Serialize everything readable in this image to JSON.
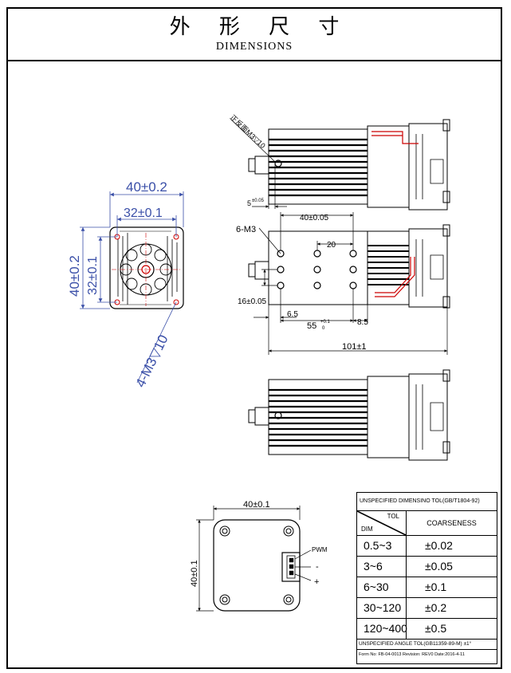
{
  "header": {
    "title_cn": "外 形 尺 寸",
    "title_en": "DIMENSIONS"
  },
  "front_view": {
    "width_outer": "40±0.2",
    "width_inner": "32±0.1",
    "height_outer": "40±0.2",
    "height_inner": "32±0.1",
    "holes": "4-M3▽10"
  },
  "side_top": {
    "note": "正反面M3▽10",
    "offset": "5",
    "offset_tol": "±0.05"
  },
  "side_mid": {
    "holes": "6-M3",
    "spacing_40": "40±0.05",
    "spacing_20": "20",
    "spacing_16": "16±0.05",
    "offset_6_5": "6.5",
    "dim_55": "55",
    "dim_55_tol_top": "+0.1",
    "dim_55_tol_bot": "0",
    "offset_8_5": "8.5",
    "length": "101±1"
  },
  "back_view": {
    "width": "40±0.1",
    "height": "40±0.1",
    "pin_pwm": "PWM",
    "pin_minus": "-",
    "pin_plus": "+"
  },
  "tolerance_table": {
    "caption": "UNSPECIFIED DIMENSINO TOL(GB/T1804-92)",
    "col_tol": "TOL",
    "col_dim": "DIM",
    "col_coarse": "COARSENESS",
    "rows": [
      {
        "range": "0.5~3",
        "tol": "±0.02"
      },
      {
        "range": "3~6",
        "tol": "±0.05"
      },
      {
        "range": "6~30",
        "tol": "±0.1"
      },
      {
        "range": "30~120",
        "tol": "±0.2"
      },
      {
        "range": "120~400",
        "tol": "±0.5"
      }
    ],
    "angle_tol": "UNSPECIFIED ANGLE TOL(GB11359-89-M) ±1°",
    "form_info": "Form No: FB-04-0013 Revision: REV0 Date:2016-4-11"
  }
}
